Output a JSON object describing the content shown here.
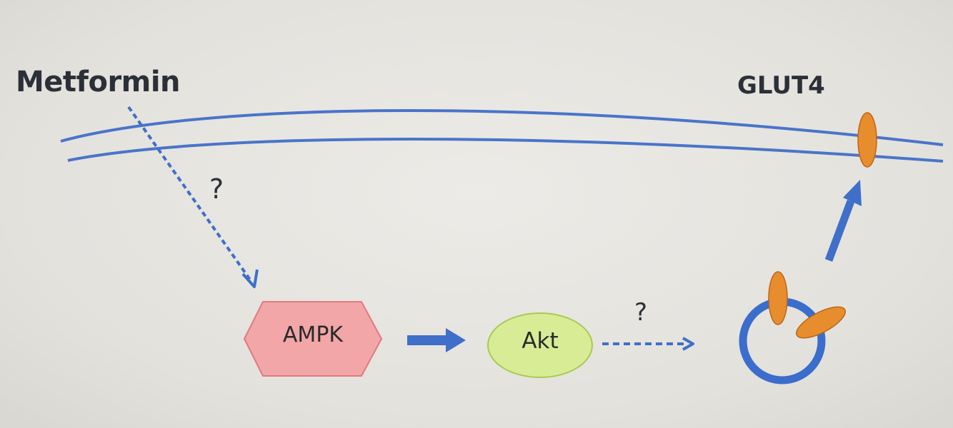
{
  "labels": {
    "drug": "Metformin",
    "transporter": "GLUT4",
    "unknown_upper": "?",
    "unknown_lower": "?"
  },
  "nodes": {
    "ampk": "AMPK",
    "akt": "Akt"
  },
  "colors": {
    "membrane": "#4a74c9",
    "arrow": "#3f6fc9",
    "ampk_fill": "#f2a6a8",
    "ampk_stroke": "#e07a80",
    "akt_fill": "#d8ec95",
    "akt_stroke": "#a9c955",
    "glut4": "#e88d2e",
    "glut4_stroke": "#b9661a",
    "vesicle": "#3a6dcc"
  }
}
